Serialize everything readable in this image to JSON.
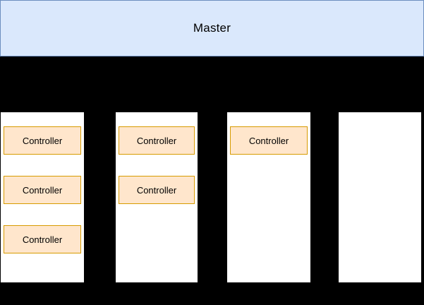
{
  "diagram": {
    "master": {
      "label": "Master"
    },
    "columns": [
      {
        "controllers": [
          "Controller",
          "Controller",
          "Controller"
        ]
      },
      {
        "controllers": [
          "Controller",
          "Controller"
        ]
      },
      {
        "controllers": [
          "Controller"
        ]
      },
      {
        "controllers": []
      }
    ],
    "colors": {
      "background": "#000000",
      "master_fill": "#dae8fc",
      "master_border": "#6c8ebf",
      "column_fill": "#ffffff",
      "controller_fill": "#ffe6cc",
      "controller_border": "#d79b00"
    }
  }
}
